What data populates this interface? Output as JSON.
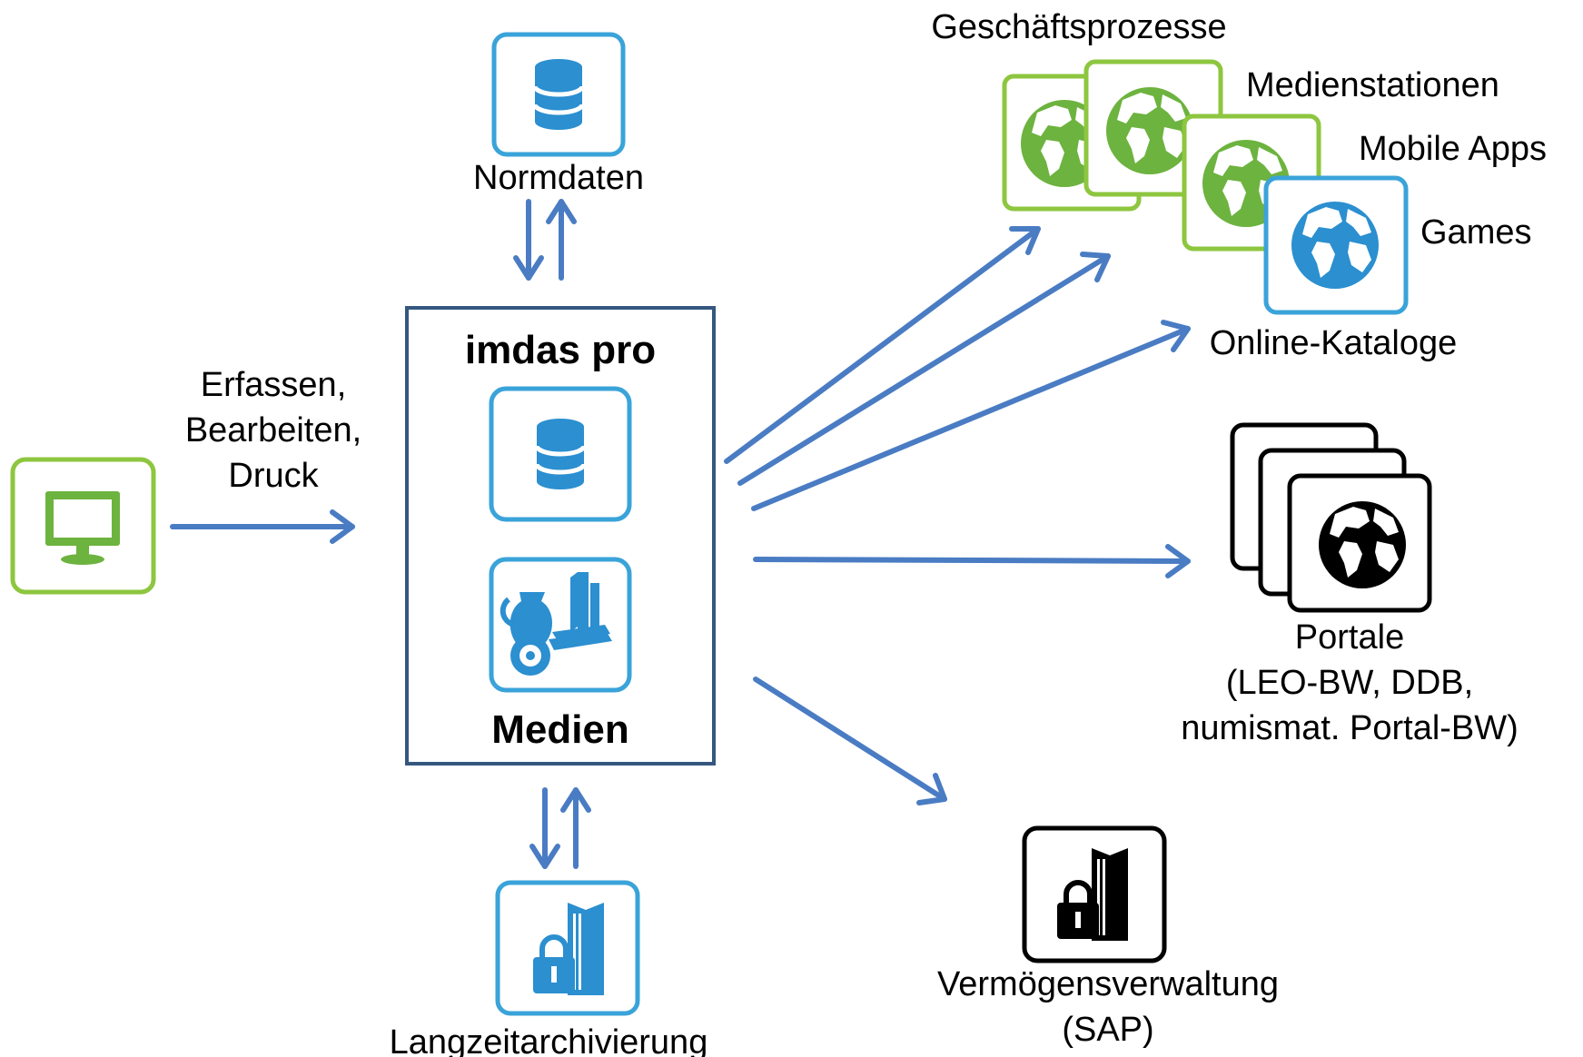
{
  "colors": {
    "arrow": "#4a7cc3",
    "blue_frame": "#3aa3d9",
    "blue_icon": "#2b8fd0",
    "green_frame": "#8dc63f",
    "green_icon": "#6db33f",
    "dark_frame": "#34577f",
    "black": "#000000"
  },
  "labels": {
    "normdaten": "Normdaten",
    "input_line1": "Erfassen,",
    "input_line2": "Bearbeiten,",
    "input_line3": "Druck",
    "core_title": "imdas pro",
    "core_medien": "Medien",
    "langzeit": "Langzeitarchivierung",
    "geschaeftsprozesse": "Geschäftsprozesse",
    "medienstationen": "Medienstationen",
    "mobile_apps": "Mobile Apps",
    "games": "Games",
    "online_kataloge": "Online-Kataloge",
    "portale_line1": "Portale",
    "portale_line2": "(LEO-BW, DDB,",
    "portale_line3": "numismat. Portal-BW)",
    "verm_line1": "Vermögensverwaltung",
    "verm_line2": "(SAP)"
  },
  "icons": {
    "input": "monitor-icon",
    "normdaten": "database-icon",
    "core_db": "database-icon",
    "core_media": "media-collection-icon",
    "langzeit": "archive-lock-icon",
    "online": "globe-icon",
    "portale": "globe-icon",
    "verm": "archive-lock-icon"
  }
}
